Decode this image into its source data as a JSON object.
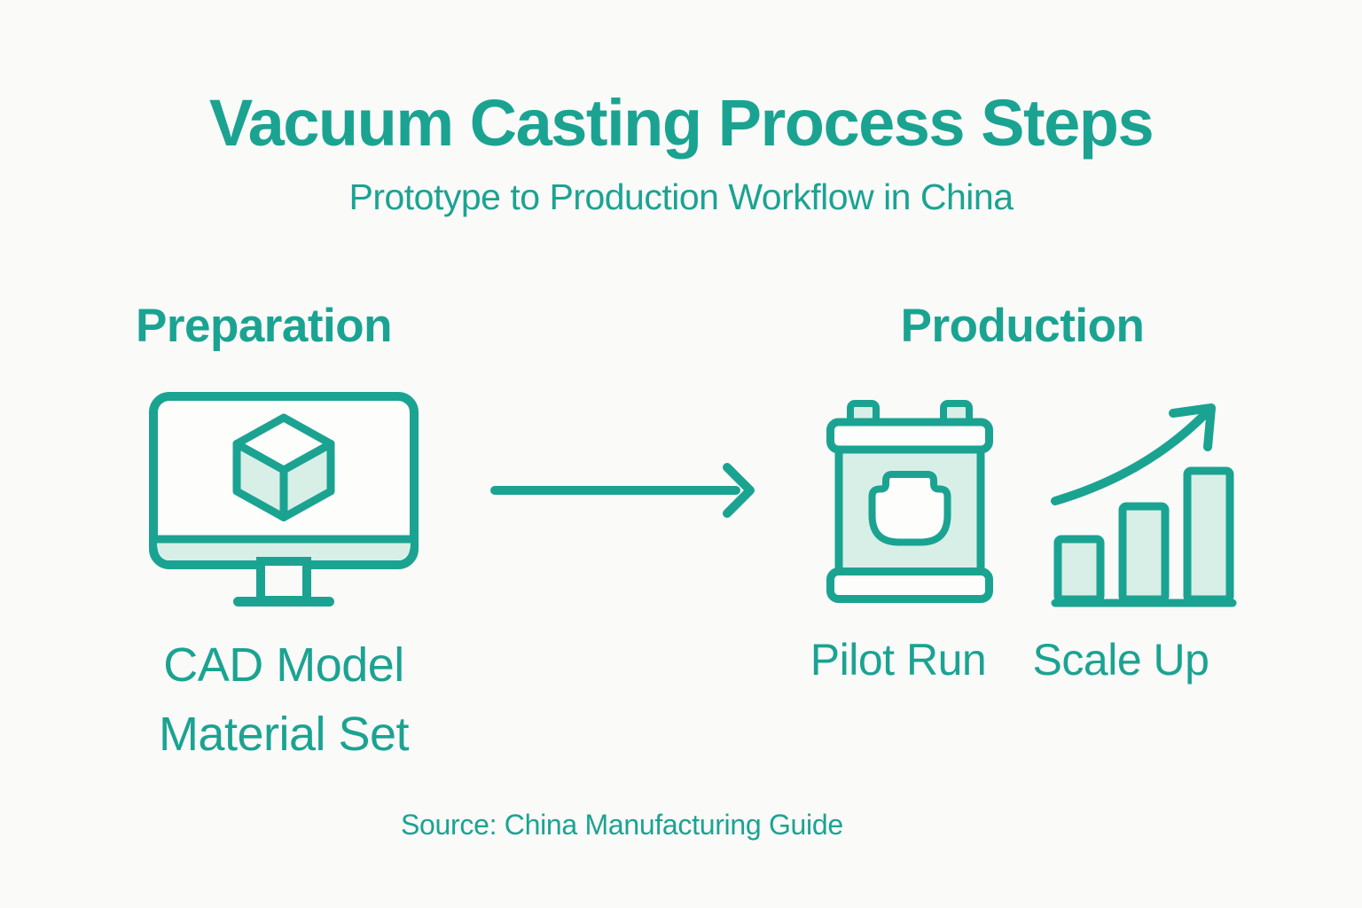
{
  "colors": {
    "accent": "#1BA392",
    "fill_light": "#D7EFE7",
    "background": "#FAFAF9"
  },
  "header": {
    "title": "Vacuum Casting Process Steps",
    "subtitle": "Prototype to Production Workflow in China"
  },
  "preparation": {
    "heading": "Preparation",
    "icon": "monitor-cad-cube-icon",
    "label_line1": "CAD Model",
    "label_line2": "Material Set"
  },
  "flow": {
    "icon": "right-arrow-icon"
  },
  "production": {
    "heading": "Production",
    "steps": [
      {
        "icon": "casting-machine-icon",
        "label": "Pilot Run"
      },
      {
        "icon": "growth-bar-chart-icon",
        "label": "Scale Up"
      }
    ]
  },
  "footer": {
    "source": "Source: China Manufacturing Guide"
  }
}
